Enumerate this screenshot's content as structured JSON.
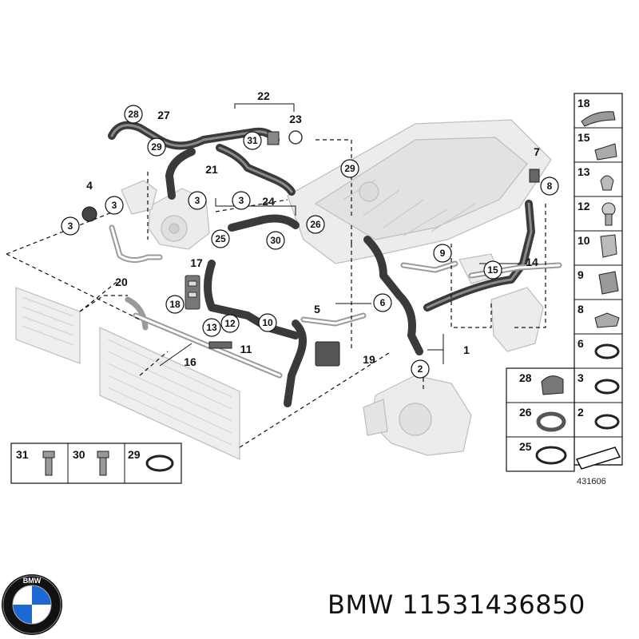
{
  "diagram": {
    "catalog_number": "431606",
    "callouts": {
      "c28": "28",
      "c27": "27",
      "c22": "22",
      "c23": "23",
      "c31": "31",
      "c29a": "29",
      "c21": "21",
      "c29b": "29",
      "c4": "4",
      "c3a": "3",
      "c3b": "3",
      "c3c": "3",
      "c3d": "3",
      "c24": "24",
      "c26": "26",
      "c25": "25",
      "c30": "30",
      "c20": "20",
      "c17": "17",
      "c18": "18",
      "c13": "13",
      "c12": "12",
      "c11": "11",
      "c10": "10",
      "c16": "16",
      "c5": "5",
      "c6": "6",
      "c19": "19",
      "c1": "1",
      "c2": "2",
      "c9": "9",
      "c15": "15",
      "c14": "14",
      "c7": "7",
      "c8": "8"
    },
    "side_panel": [
      "18",
      "15",
      "13",
      "12",
      "10",
      "9",
      "8",
      "6",
      "3",
      "2"
    ],
    "side_panel_pairs": [
      [
        "28",
        "3"
      ],
      [
        "26",
        "2"
      ],
      [
        "25",
        ""
      ]
    ],
    "bottom_panel": [
      "31",
      "30",
      "29"
    ]
  },
  "brand": {
    "name": "BMW",
    "part_number": "11531436850",
    "logo_text": "BMW",
    "colors": {
      "blue": "#1c69d4",
      "ring": "#111111"
    }
  }
}
